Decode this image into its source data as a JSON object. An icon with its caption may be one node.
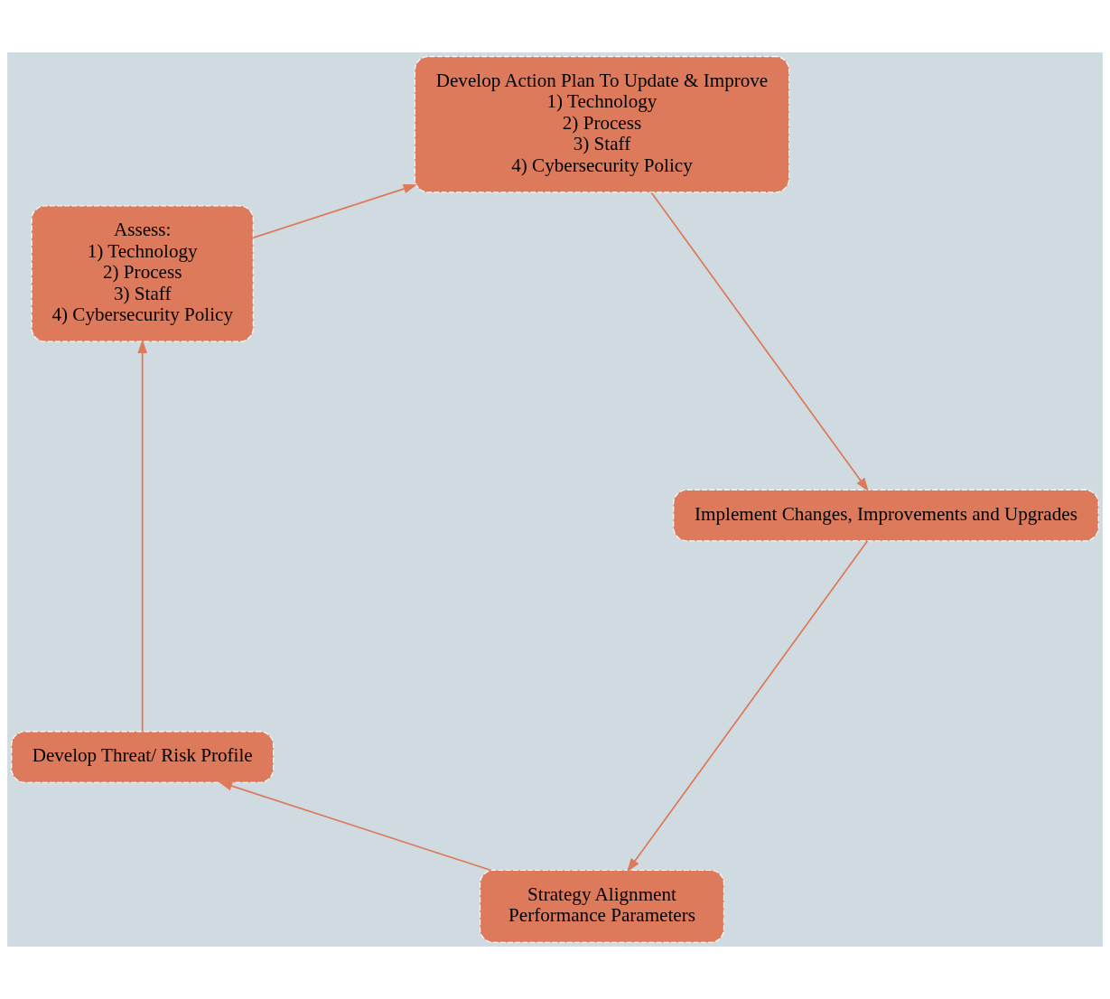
{
  "diagram": {
    "nodes": [
      {
        "text": [
          "Strategy Alignment",
          "Performance Parameters"
        ]
      },
      {
        "text": [
          "Develop Threat/ Risk Profile"
        ]
      },
      {
        "text": [
          "Assess:",
          "1) Technology",
          "2) Process",
          "3) Staff",
          "4) Cybersecurity Policy"
        ]
      },
      {
        "text": [
          "Develop Action Plan To Update & Improve",
          "1) Technology",
          "2) Process",
          "3) Staff",
          "4) Cybersecurity Policy"
        ]
      },
      {
        "text": [
          "Implement Changes, Improvements and Upgrades"
        ]
      }
    ],
    "edges": [
      {
        "from": 0,
        "to": 1,
        "arrow": "to"
      },
      {
        "from": 1,
        "to": 2,
        "arrow": "to"
      },
      {
        "from": 2,
        "to": 3,
        "arrow": "to"
      },
      {
        "from": 3,
        "to": 4,
        "arrow": "to"
      },
      {
        "from": 4,
        "to": 0,
        "arrow": "to"
      }
    ]
  }
}
